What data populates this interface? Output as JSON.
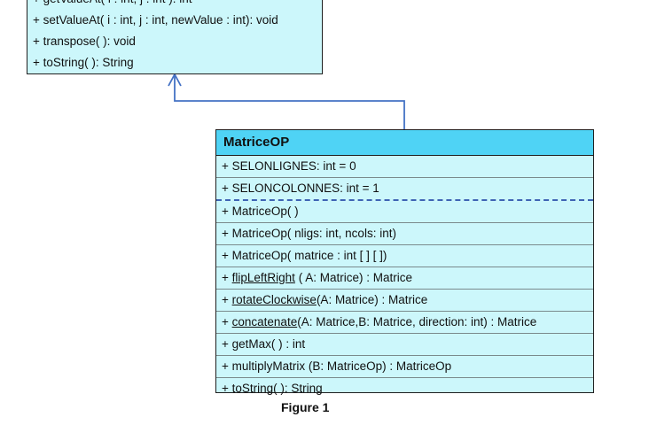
{
  "parent_class": {
    "methods": [
      "+ getValueAt( i : int, j : int ): int",
      "+ setValueAt( i : int, j : int, newValue : int): void",
      "+ transpose( ): void",
      "+ toString( ): String"
    ]
  },
  "child_class": {
    "name": "MatriceOP",
    "attributes": [
      "+ SELONLIGNES: int = 0",
      "+ SELONCOLONNES: int = 1"
    ],
    "constructors": [
      "+ MatriceOp( )",
      "+ MatriceOp( nligs: int, ncols: int)",
      "+ MatriceOp( matrice : int [ ] [ ])"
    ],
    "static_methods": [
      {
        "prefix": "+ ",
        "name": "flipLeftRight",
        "rest": " ( A: Matrice) : Matrice"
      },
      {
        "prefix": "+ ",
        "name": "rotateClockwise",
        "rest": "(A: Matrice) : Matrice"
      },
      {
        "prefix": "+ ",
        "name": "concatenate",
        "rest": "(A: Matrice,B: Matrice, direction: int) : Matrice"
      }
    ],
    "methods": [
      "+ getMax( ) : int",
      "+ multiplyMatrix (B: MatriceOp) : MatriceOp",
      " + toString( ): String"
    ]
  },
  "caption": "Figure 1",
  "colors": {
    "box_fill": "#ccf7fb",
    "header_fill": "#4fd3f5",
    "connector": "#4472c4"
  }
}
